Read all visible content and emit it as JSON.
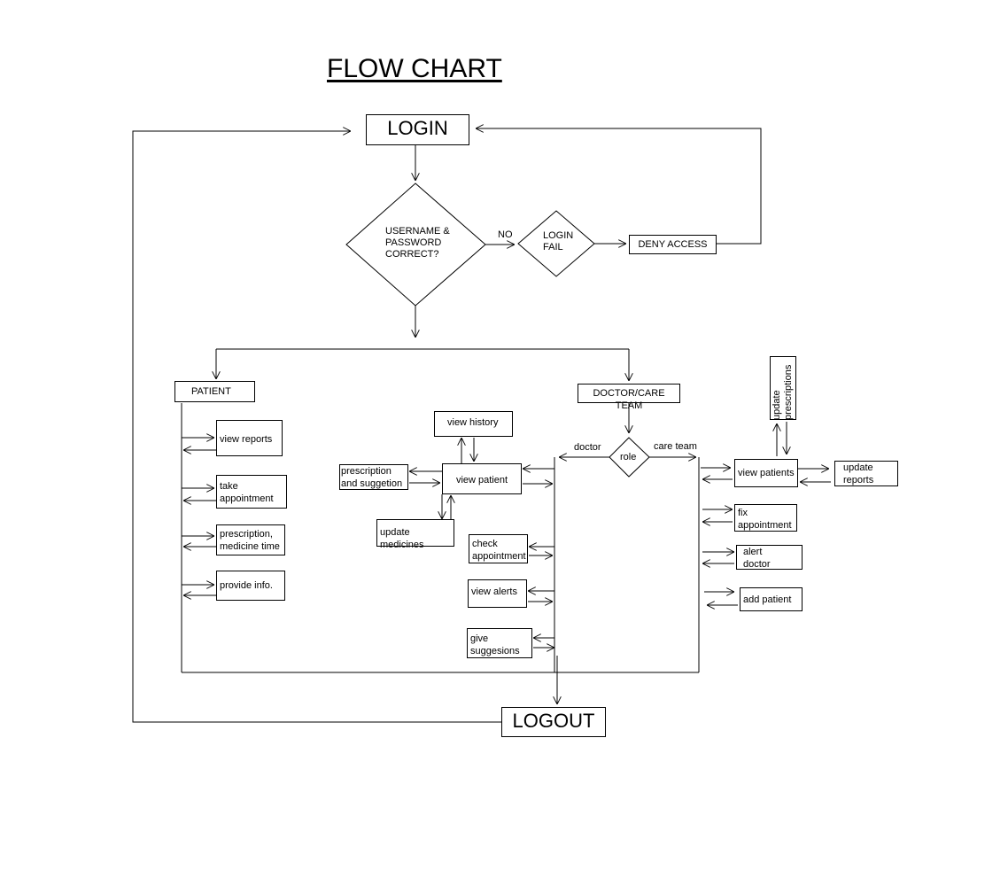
{
  "title": "FLOW CHART",
  "nodes": {
    "login": "LOGIN",
    "credentials_check": "USERNAME &\nPASSWORD\nCORRECT?",
    "login_fail": "LOGIN\nFAIL",
    "deny_access": "DENY ACCESS",
    "patient": "PATIENT",
    "doctor_care_team": "DOCTOR/CARE TEAM",
    "role": "role",
    "logout": "LOGOUT",
    "patient_view_reports": "view reports",
    "patient_take_appointment": "take\n appointment",
    "patient_prescription": "prescription,\nmedicine time",
    "patient_provide_info": "provide info.",
    "doctor_view_history": "view history",
    "doctor_view_patient": "view patient",
    "doctor_prescription_suggestion": "prescription\nand suggetion",
    "doctor_update_medicines": "update medicines",
    "doctor_check_appointment": "check\nappointment",
    "doctor_view_alerts": "view alerts",
    "doctor_give_suggestions": " give\n suggesions",
    "care_view_patients": "view patients",
    "care_update_reports": "update\n  reports",
    "care_update_prescriptions": "update\nprescriptions",
    "care_fix_appointment": " fix\n appointment",
    "care_alert_doctor": " alert\n  doctor",
    "care_add_patient": "add patient"
  },
  "edge_labels": {
    "no": "NO",
    "doctor": "doctor",
    "care_team": "care team"
  }
}
